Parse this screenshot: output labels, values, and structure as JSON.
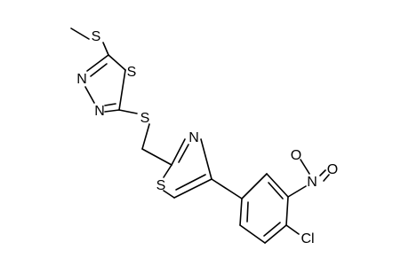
{
  "molecule": {
    "atoms": {
      "s_methylthio": "S",
      "s_thiadiazole": "S",
      "n3_thiadiazole": "N",
      "n4_thiadiazole": "N",
      "s_linker": "S",
      "n_thiazole": "N",
      "s_thiazole": "S",
      "n_nitro": "N",
      "o_nitro_1": "O",
      "o_nitro_2": "O",
      "cl": "Cl"
    },
    "colors": {
      "bond": "#000000",
      "label": "#000000",
      "background": "#ffffff"
    }
  }
}
